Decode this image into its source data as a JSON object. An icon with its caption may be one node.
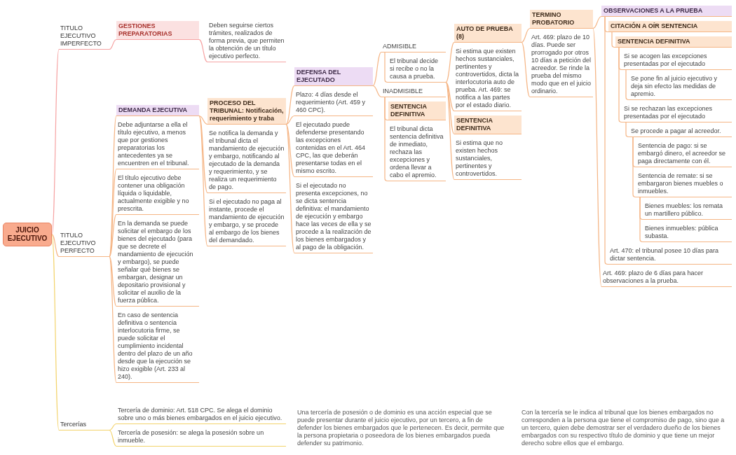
{
  "diagram": {
    "nodes": [
      {
        "text": [
          "JUICIO EJECUTIVO"
        ]
      },
      {
        "text": [
          "TITULO EJECUTIVO IMPERFECTO"
        ]
      },
      {
        "text": [
          "GESTIONES PREPARATORIAS"
        ]
      },
      {
        "text": [
          "Deben seguirse ciertos trámites, realizados de forma previa, que permiten la obtención de un título ejecutivo perfecto."
        ]
      },
      {
        "text": [
          "TITULO EJECUTIVO PERFECTO"
        ]
      },
      {
        "text": [
          "DEMANDA EJECUTIVA"
        ]
      },
      {
        "text": [
          "PROCESO DEL TRIBUNAL: Notificación, requerimiento y traba"
        ]
      },
      {
        "text": [
          "DEFENSA DEL EJECUTADO"
        ]
      },
      {
        "text": [
          "ADMISIBLE"
        ]
      },
      {
        "text": [
          "El tribunal decide si recibe o no la causa a prueba."
        ]
      },
      {
        "text": [
          "AUTO DE PRUEBA (8)"
        ]
      },
      {
        "text": [
          "TERMINO PROBATORIO"
        ]
      },
      {
        "text": [
          "OBSERVACIONES A LA PRUEBA"
        ]
      },
      {
        "text": [
          "CITACIÓN A OÍR SENTENCIA"
        ]
      },
      {
        "text": [
          "SENTENCIA DEFINITIVA"
        ]
      },
      {
        "text": [
          "Si se acogen las excepciones presentadas por el ejecutado"
        ]
      },
      {
        "text": [
          "Se pone fin al juicio ejecutivo y deja sin efecto las medidas de apremio."
        ]
      },
      {
        "text": [
          "Si se rechazan las excepciones presentadas por el ejecutado"
        ]
      },
      {
        "text": [
          "Se procede a pagar al acreedor."
        ]
      },
      {
        "text": [
          "Sentencia de pago: si se embargó dinero, el acreedor se paga directamente con él."
        ]
      },
      {
        "text": [
          "Sentencia de remate: si se embargaron bienes muebles o inmuebles."
        ]
      },
      {
        "text": [
          "Bienes muebles: los remata un martillero público."
        ]
      },
      {
        "text": [
          "Bienes inmuebles: pública subasta."
        ]
      },
      {
        "text": [
          "Art. 470: el tribunal posee 10 días para dictar sentencia."
        ]
      },
      {
        "text": [
          "Art. 469: plazo de 6 días para hacer observaciones a la prueba."
        ]
      },
      {
        "text": [
          "Art. 469: plazo de 10 días. Puede ser prorrogado por otros 10 días a petición del acreedor. Se rinde la prueba del mismo modo que en el juicio ordinario."
        ]
      },
      {
        "text": [
          "Si estima que existen hechos sustanciales, pertinentes y controvertidos, dicta la interlocutoria auto de prueba. Art. 469: se notifica a las partes por el estado diario."
        ]
      },
      {
        "text": [
          "SENTENCIA DEFINITIVA"
        ]
      },
      {
        "text": [
          "Si estima que no existen hechos sustanciales, pertinentes y controvertidos."
        ]
      },
      {
        "text": [
          "INADMISIBLE"
        ]
      },
      {
        "text": [
          "SENTENCIA DEFINITIVA"
        ]
      },
      {
        "text": [
          "El tribunal dicta sentencia definitiva de inmediato, rechaza las excepciones y ordena llevar a cabo el apremio."
        ]
      },
      {
        "text": [
          "Plazo: 4 días desde el requerimiento (Art. 459 y 460 CPC)."
        ]
      },
      {
        "text": [
          "El ejecutado puede defenderse presentando las excepciones contenidas en el Art. 464 CPC, las que deberán presentarse todas en el mismo escrito."
        ]
      },
      {
        "text": [
          "Si el ejecutado no presenta excepciones, no se dicta sentencia definitiva: el mandamiento de ejecución y embargo hace las veces de ella y se procede a la realización de los bienes embargados y al pago de la obligación."
        ]
      },
      {
        "text": [
          "Se notifica la demanda y el tribunal dicta el mandamiento de ejecución y embargo, notificando al ejecutado de la demanda y requerimiento, y se realiza un requerimiento de pago."
        ]
      },
      {
        "text": [
          "Si el ejecutado no paga al instante, procede el mandamiento de ejecución y embargo, y se procede al embargo de los bienes del demandado."
        ]
      },
      {
        "text": [
          "Debe adjuntarse a ella el título ejecutivo, a menos que por gestiones preparatorias los antecedentes ya se encuentren en el tribunal."
        ]
      },
      {
        "text": [
          "El título ejecutivo debe contener una obligación líquida o liquidable, actualmente exigible y no prescrita."
        ]
      },
      {
        "text": [
          "En la demanda se puede solicitar el embargo de los bienes del ejecutado (para que se decrete el mandamiento de ejecución y embargo), se puede señalar qué bienes se embargan, designar un depositario provisional y solicitar el auxilio de la fuerza pública."
        ]
      },
      {
        "text": [
          "En caso de sentencia definitiva o sentencia interlocutoria firme, se puede solicitar el cumplimiento incidental dentro del plazo de un año desde que la ejecución se hizo exigible (Art. 233 al 240)."
        ]
      },
      {
        "text": [
          "Tercerías"
        ]
      },
      {
        "text": [
          "Tercería de dominio: Art. 518 CPC. Se alega el dominio sobre uno o más bienes embargados en el juicio ejecutivo."
        ]
      },
      {
        "text": [
          "Tercería de posesión: se alega la posesión sobre un inmueble."
        ]
      }
    ],
    "edges": [
      {
        "from": 0,
        "to": 1,
        "arrow": "none",
        "color": "#f6a3a3"
      },
      {
        "from": 1,
        "to": 2,
        "arrow": "none",
        "color": "#f6a3a3"
      },
      {
        "from": 2,
        "to": 3,
        "arrow": "none",
        "color": "#f6a3a3"
      },
      {
        "from": 0,
        "to": 4,
        "arrow": "none"
      },
      {
        "from": 4,
        "to": 5,
        "arrow": "none"
      },
      {
        "from": 5,
        "to": 6,
        "arrow": "none"
      },
      {
        "from": 6,
        "to": 7,
        "arrow": "none"
      },
      {
        "from": 7,
        "to": 8,
        "arrow": "none"
      },
      {
        "from": 8,
        "to": 9,
        "arrow": "none"
      },
      {
        "from": 9,
        "to": 10,
        "arrow": "none"
      },
      {
        "from": 10,
        "to": 11,
        "arrow": "none"
      },
      {
        "from": 11,
        "to": 12,
        "arrow": "none"
      },
      {
        "from": 12,
        "to": 13,
        "arrow": "none"
      },
      {
        "from": 13,
        "to": 14,
        "arrow": "none"
      },
      {
        "from": 14,
        "to": 15,
        "arrow": "none"
      },
      {
        "from": 15,
        "to": 16,
        "arrow": "none"
      },
      {
        "from": 14,
        "to": 17,
        "arrow": "none"
      },
      {
        "from": 17,
        "to": 18,
        "arrow": "none"
      },
      {
        "from": 18,
        "to": 19,
        "arrow": "none"
      },
      {
        "from": 18,
        "to": 20,
        "arrow": "none"
      },
      {
        "from": 20,
        "to": 21,
        "arrow": "none"
      },
      {
        "from": 20,
        "to": 22,
        "arrow": "none"
      },
      {
        "from": 12,
        "to": 23,
        "arrow": "none"
      },
      {
        "from": 11,
        "to": 24,
        "arrow": "none"
      },
      {
        "from": 10,
        "to": 25,
        "arrow": "none"
      },
      {
        "from": 9,
        "to": 26,
        "arrow": "none"
      },
      {
        "from": 9,
        "to": 27,
        "arrow": "none"
      },
      {
        "from": 9,
        "to": 28,
        "arrow": "none"
      },
      {
        "from": 7,
        "to": 29,
        "arrow": "none"
      },
      {
        "from": 29,
        "to": 30,
        "arrow": "none"
      },
      {
        "from": 29,
        "to": 31,
        "arrow": "none"
      },
      {
        "from": 6,
        "to": 32,
        "arrow": "none"
      },
      {
        "from": 6,
        "to": 33,
        "arrow": "none"
      },
      {
        "from": 6,
        "to": 34,
        "arrow": "none"
      },
      {
        "from": 5,
        "to": 35,
        "arrow": "none"
      },
      {
        "from": 5,
        "to": 36,
        "arrow": "none"
      },
      {
        "from": 4,
        "to": 37,
        "arrow": "none"
      },
      {
        "from": 4,
        "to": 38,
        "arrow": "none"
      },
      {
        "from": 4,
        "to": 39,
        "arrow": "none"
      },
      {
        "from": 4,
        "to": 40,
        "arrow": "none"
      },
      {
        "from": 0,
        "to": 41,
        "arrow": "none",
        "color": "#f3d36b"
      },
      {
        "from": 41,
        "to": 42,
        "arrow": "none",
        "color": "#f3d36b"
      },
      {
        "from": 41,
        "to": 43,
        "arrow": "none",
        "color": "#f3d36b"
      }
    ],
    "labels": [
      "Una tercería de posesión o de dominio es una acción especial que se puede presentar durante el juicio ejecutivo, por un tercero, a fin de defender los bienes embargados que le pertenecen. Es decir, permite que la persona propietaria o poseedora de los bienes embargados pueda defender su patrimonio.",
      "Con la tercería se le indica al tribunal que los bienes embargados no corresponden a la persona que tiene el compromiso de pago, sino que a un tercero, quien debe demostrar ser el verdadero dueño de los bienes embargados con su respectivo título de dominio y que tiene un mejor derecho sobre ellos que el embargo."
    ]
  }
}
